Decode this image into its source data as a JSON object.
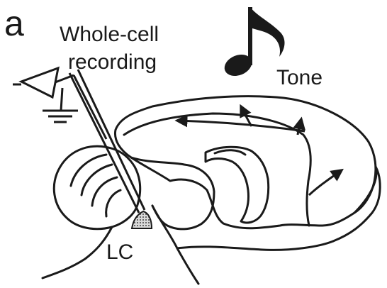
{
  "panel_label": "a",
  "labels": {
    "recording_line1": "Whole-cell",
    "recording_line2": "recording",
    "tone": "Tone",
    "lc": "LC"
  },
  "icons": {
    "music_note": "music-note-icon",
    "amplifier": "amplifier-triangle-icon",
    "ground": "ground-symbol-icon",
    "electrode": "recording-electrode-icon"
  },
  "colors": {
    "ink": "#1a1a1a",
    "background": "#ffffff",
    "lc_fill": "#d9d9d9"
  }
}
